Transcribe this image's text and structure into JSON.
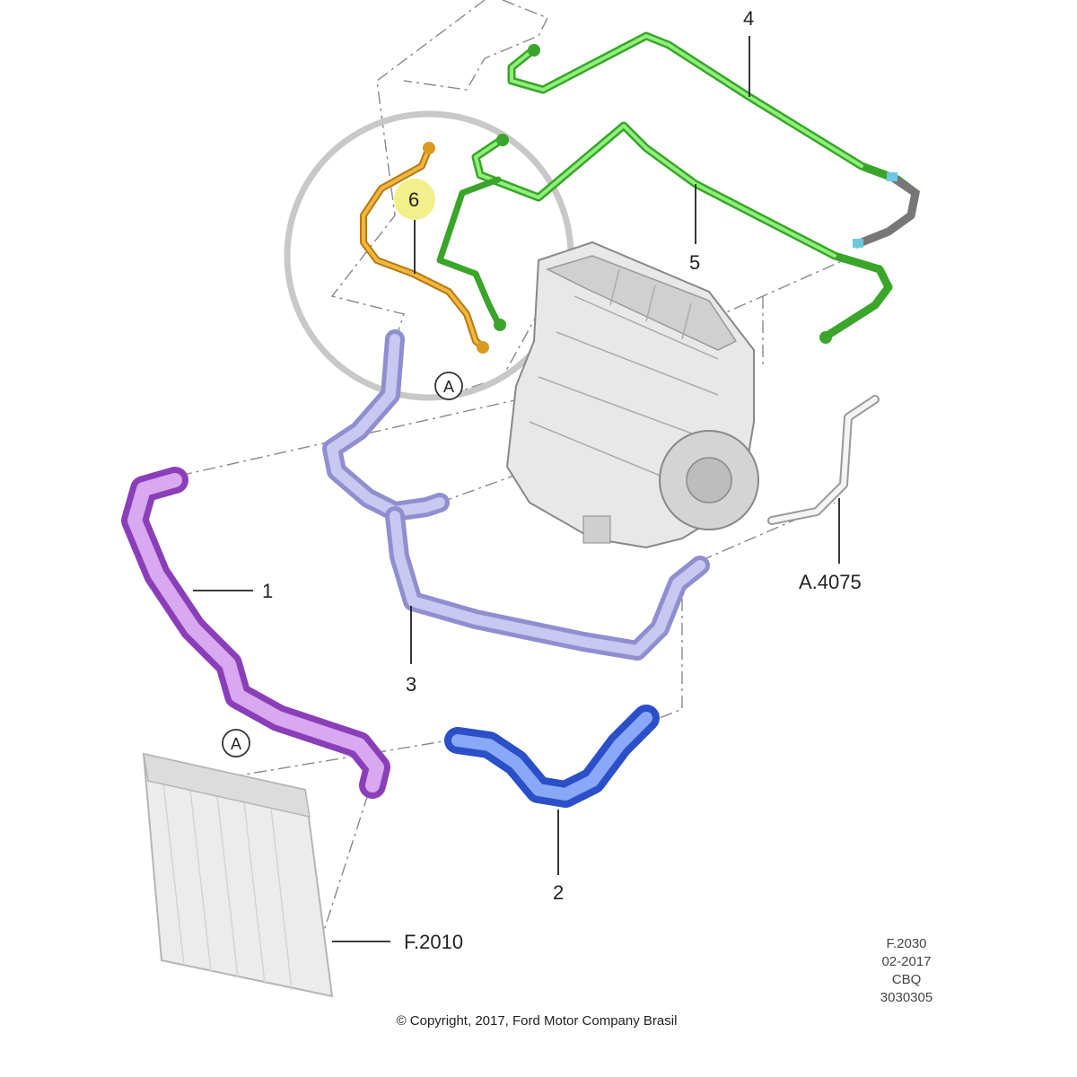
{
  "parts": [
    {
      "number": "1",
      "color": "#b070d8"
    },
    {
      "number": "2",
      "color": "#4a6fe0"
    },
    {
      "number": "3",
      "color": "#a8a8e0"
    },
    {
      "number": "4",
      "color": "#5fd44a"
    },
    {
      "number": "5",
      "color": "#5fd44a"
    },
    {
      "number": "6",
      "color": "#e0a020",
      "highlight": "#f2f08a"
    }
  ],
  "references": {
    "a4075": "A.4075",
    "f2010": "F.2010"
  },
  "view_markers": [
    "A",
    "A"
  ],
  "meta": {
    "figure": "F.2030",
    "date": "02-2017",
    "code": "CBQ",
    "number": "3030305"
  },
  "copyright": "© Copyright, 2017, Ford Motor Company Brasil",
  "icons": [
    "detail-circle",
    "engine-block",
    "radiator",
    "hose"
  ]
}
